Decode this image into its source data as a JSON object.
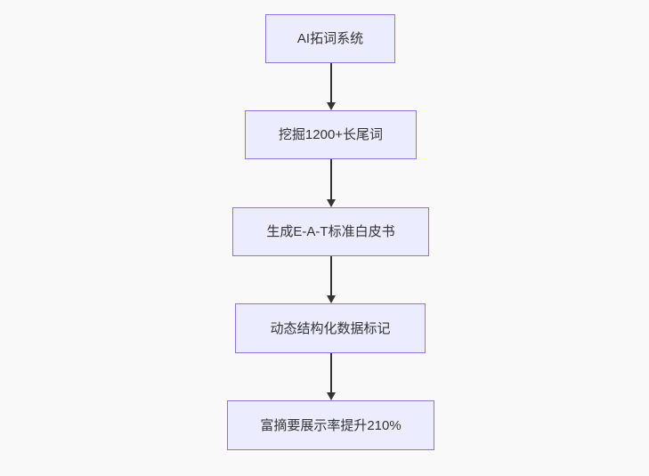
{
  "flowchart": {
    "type": "flowchart",
    "direction": "top-down",
    "nodes": [
      {
        "id": "n1",
        "label": "AI拓词系统"
      },
      {
        "id": "n2",
        "label": "挖掘1200+长尾词"
      },
      {
        "id": "n3",
        "label": "生成E-A-T标准白皮书"
      },
      {
        "id": "n4",
        "label": "动态结构化数据标记"
      },
      {
        "id": "n5",
        "label": "富摘要展示率提升210%"
      }
    ],
    "edges": [
      {
        "from": "n1",
        "to": "n2"
      },
      {
        "from": "n2",
        "to": "n3"
      },
      {
        "from": "n3",
        "to": "n4"
      },
      {
        "from": "n4",
        "to": "n5"
      }
    ]
  },
  "colors": {
    "background": "#f9f9f9",
    "node_fill": "#ECECFF",
    "node_border": "#9370DB",
    "edge": "#333333",
    "text": "#333333"
  }
}
